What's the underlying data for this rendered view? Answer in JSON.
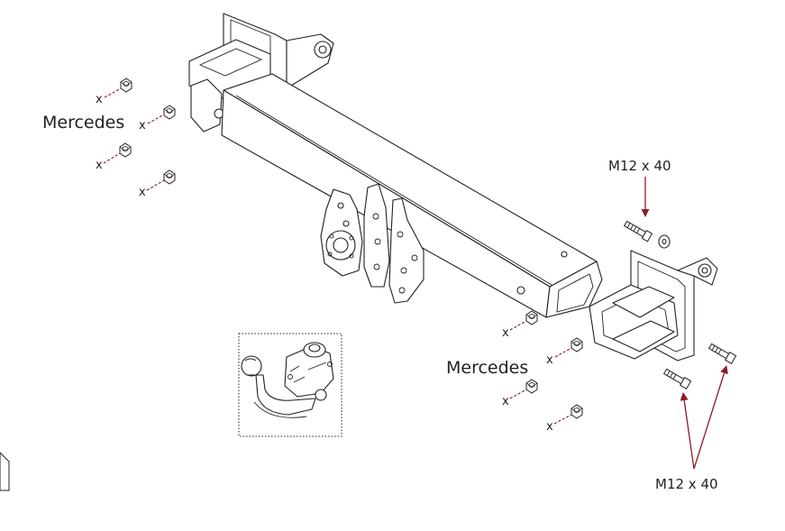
{
  "labels": {
    "mercedes_left": "Mercedes",
    "mercedes_right": "Mercedes",
    "bolt_top": "M12 x 40",
    "bolt_bottom": "M12 x 40",
    "fastener_mark": "x"
  },
  "colors": {
    "line": "#231f20",
    "callout": "#8b1c24",
    "fill": "#ffffff"
  }
}
